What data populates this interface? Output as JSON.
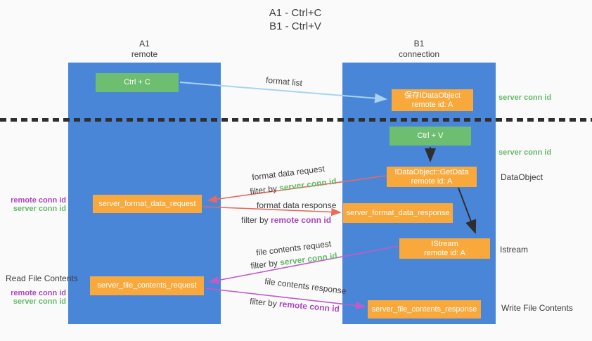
{
  "title": {
    "line1": "A1 - Ctrl+C",
    "line2": "B1 - Ctrl+V"
  },
  "lanes": {
    "left": {
      "name": "A1",
      "subtitle": "remote"
    },
    "right": {
      "name": "B1",
      "subtitle": "connection"
    }
  },
  "nodes": {
    "ctrl_c": {
      "label": "Ctrl + C"
    },
    "save_idataobject": {
      "line1": "保存IDataObject",
      "line2": "remote id: A"
    },
    "ctrl_v": {
      "label": "Ctrl + V"
    },
    "getdata": {
      "line1": "IDataObject::GetData",
      "line2": "remote id: A"
    },
    "format_request": {
      "label": "server_format_data_request"
    },
    "format_response": {
      "label": "server_format_data_response"
    },
    "istream": {
      "line1": "IStream",
      "line2": "remote id: A"
    },
    "file_request": {
      "label": "server_file_contents_request"
    },
    "file_response": {
      "label": "server_file_contents_response"
    }
  },
  "edge_labels": {
    "format_list": "format list",
    "format_data_request": "format data request",
    "format_data_response": "format data response",
    "file_contents_request": "file contents request",
    "file_contents_response": "file contents response",
    "filter_by": "filter by",
    "server_conn_id": "server conn id",
    "remote_conn_id": "remote conn id"
  },
  "annotations": {
    "left": {
      "remote_conn_id": "remote conn id",
      "server_conn_id": "server conn id",
      "read_file_contents": "Read File Contents"
    },
    "right": {
      "server_conn_id_top": "server conn id",
      "server_conn_id_mid": "server conn id",
      "dataobject": "DataObject",
      "istream": "Istream",
      "write_file_contents": "Write File Contents"
    }
  },
  "colors": {
    "lane_blue": "#4a86d8",
    "node_green": "#6ebe71",
    "node_orange": "#f9a93c",
    "green_text": "#66bb6a",
    "purple_text": "#ab47bc",
    "red_arrow": "#e8695e",
    "magenta_arrow": "#c15bc9",
    "light_blue_arrow": "#a9d3ee",
    "black_arrow": "#2e2e2e"
  }
}
